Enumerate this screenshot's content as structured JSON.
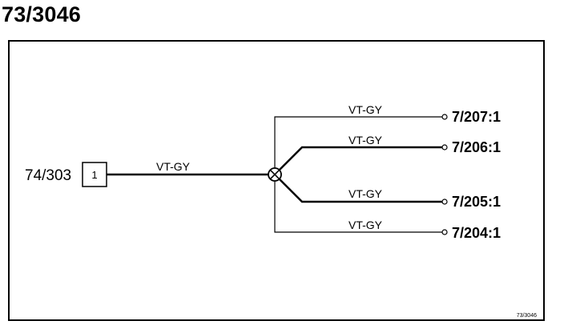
{
  "title": "73/3046",
  "source": {
    "connector": "74/303",
    "pin": "1"
  },
  "main_wire": {
    "label": "VT-GY"
  },
  "branches": [
    {
      "wire": "VT-GY",
      "target": "7/207:1",
      "weight": "thin"
    },
    {
      "wire": "VT-GY",
      "target": "7/206:1",
      "weight": "thick"
    },
    {
      "wire": "VT-GY",
      "target": "7/205:1",
      "weight": "thick"
    },
    {
      "wire": "VT-GY",
      "target": "7/204:1",
      "weight": "thin"
    }
  ],
  "footer_ref": "73/3046"
}
